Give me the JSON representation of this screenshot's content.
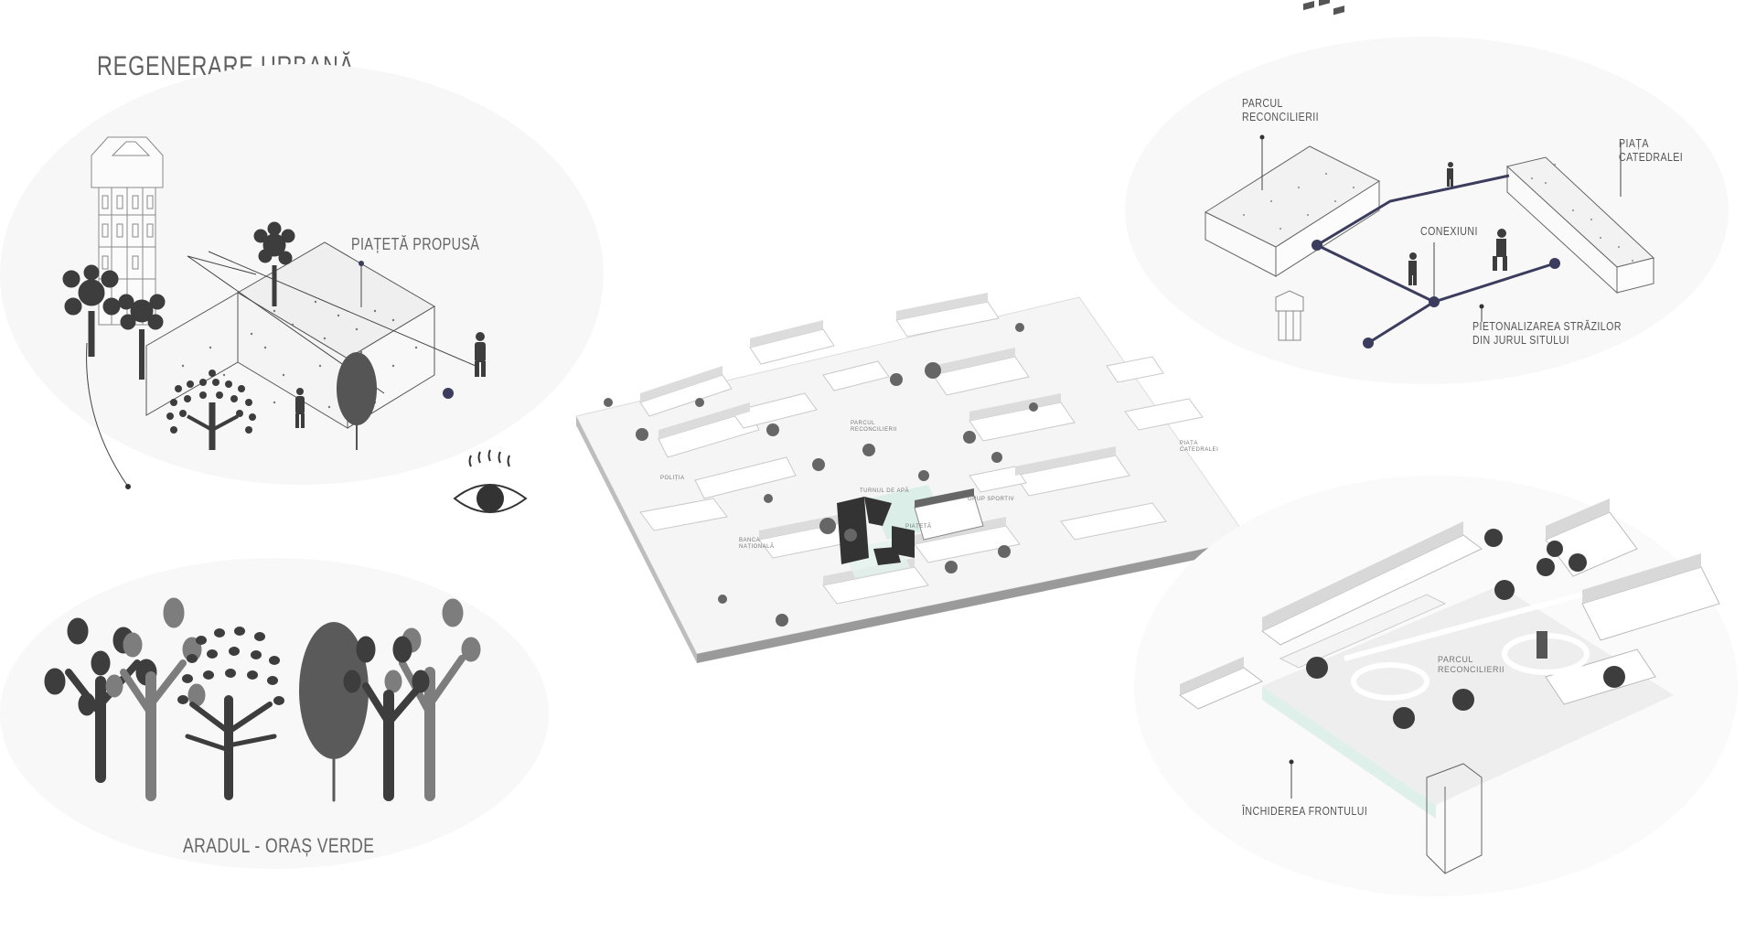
{
  "title": "REGENERARE URBANĂ",
  "labels": {
    "piateta": "PIAȚETĂ PROPUSĂ",
    "aradul": "ARADUL - ORAȘ VERDE",
    "parcul_top": "PARCUL\nRECONCILIERII",
    "piata_catedralei": "PIAȚA\nCATEDRALEI",
    "conexiuni": "CONEXIUNI",
    "pietonalizarea": "PIETONALIZAREA STRĂZILOR\nDIN JURUL SITULUI",
    "parcul_bottom": "PARCUL\nRECONCILIERII",
    "inchiderea": "ÎNCHIDEREA FRONTULUI"
  },
  "map_labels": {
    "parcul": "PARCUL\nRECONCILIERII",
    "piata": "PIAȚA\nCATEDRALEI",
    "politia": "POLIȚIA",
    "turnul": "TURNUL DE APĂ",
    "grup": "GRUP SPORTIV",
    "banca": "BANCA\nNAȚIONALĂ",
    "piateta": "PIAȚETĂ"
  },
  "icons": [
    "water-tower-icon",
    "tree-icon",
    "person-icon",
    "eye-icon",
    "parking-icon"
  ],
  "colors": {
    "accent_node": "#3b3c5e",
    "ink": "#3d3d3d",
    "mint": "#cfe8df"
  }
}
